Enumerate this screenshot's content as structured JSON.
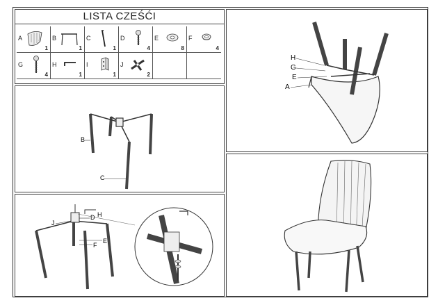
{
  "title": "LISTA CZEŚĆI",
  "parts": [
    {
      "letter": "A",
      "qty": "1",
      "icon": "seat-shell"
    },
    {
      "letter": "B",
      "qty": "1",
      "icon": "front-leg-frame"
    },
    {
      "letter": "C",
      "qty": "1",
      "icon": "leg"
    },
    {
      "letter": "D",
      "qty": "4",
      "icon": "bolt"
    },
    {
      "letter": "E",
      "qty": "8",
      "icon": "flat-washer"
    },
    {
      "letter": "F",
      "qty": "4",
      "icon": "spring-washer"
    },
    {
      "letter": "G",
      "qty": "4",
      "icon": "long-bolt"
    },
    {
      "letter": "H",
      "qty": "1",
      "icon": "allen-key"
    },
    {
      "letter": "I",
      "qty": "1",
      "icon": "bracket"
    },
    {
      "letter": "J",
      "qty": "2",
      "icon": "cross-bracket"
    }
  ],
  "step1": {
    "labels": {
      "b": "B",
      "c": "C"
    }
  },
  "step2": {
    "labels": {
      "j": "J",
      "d": "D",
      "h": "H",
      "f": "F",
      "e": "E"
    }
  },
  "step3": {
    "labels": {
      "h": "H",
      "g": "G",
      "e": "E",
      "a": "A"
    }
  }
}
